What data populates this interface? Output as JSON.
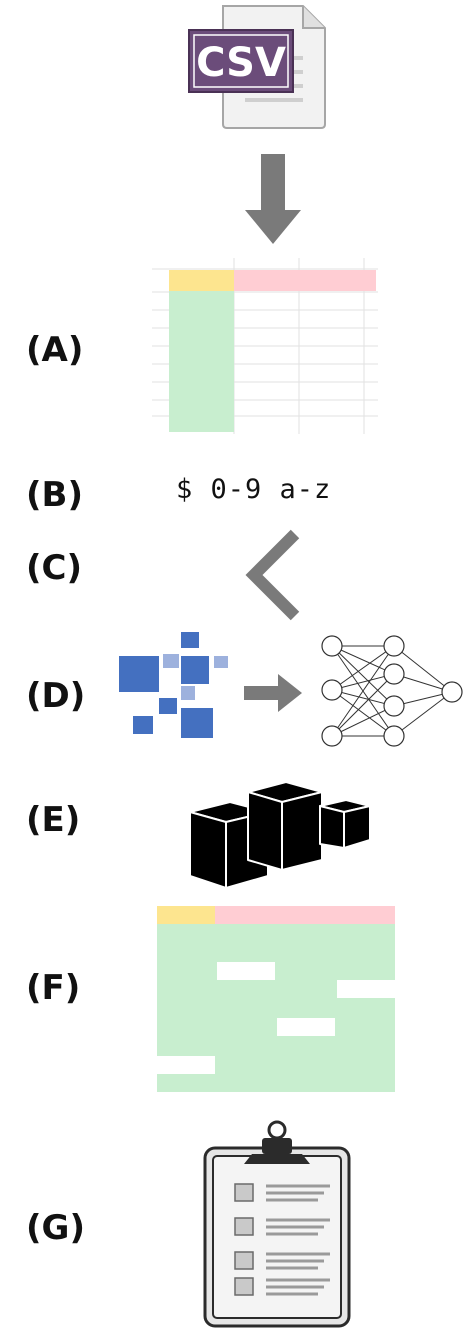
{
  "csv_icon": {
    "text": "CSV",
    "badge_color": "#6b4c7a"
  },
  "steps": [
    {
      "id": "A",
      "label": "(A)",
      "icon": "spreadsheet-table"
    },
    {
      "id": "B",
      "label": "(B)",
      "icon": "regex-text",
      "text": "$ 0-9 a-z"
    },
    {
      "id": "C",
      "label": "(C)",
      "icon": "chevron-left"
    },
    {
      "id": "D",
      "label": "(D)",
      "icon": "embedding-to-neural-network"
    },
    {
      "id": "E",
      "label": "(E)",
      "icon": "podium"
    },
    {
      "id": "F",
      "label": "(F)",
      "icon": "table-with-missing-cells"
    },
    {
      "id": "G",
      "label": "(G)",
      "icon": "clipboard-checklist"
    }
  ],
  "colors": {
    "header_yellow": "#fde58f",
    "header_pink": "#ffcdd3",
    "column_green": "#c8eecf",
    "arrow_gray": "#7a7a7a",
    "embed_blue": "#4470c0",
    "embed_light_blue": "#9db1dd"
  }
}
